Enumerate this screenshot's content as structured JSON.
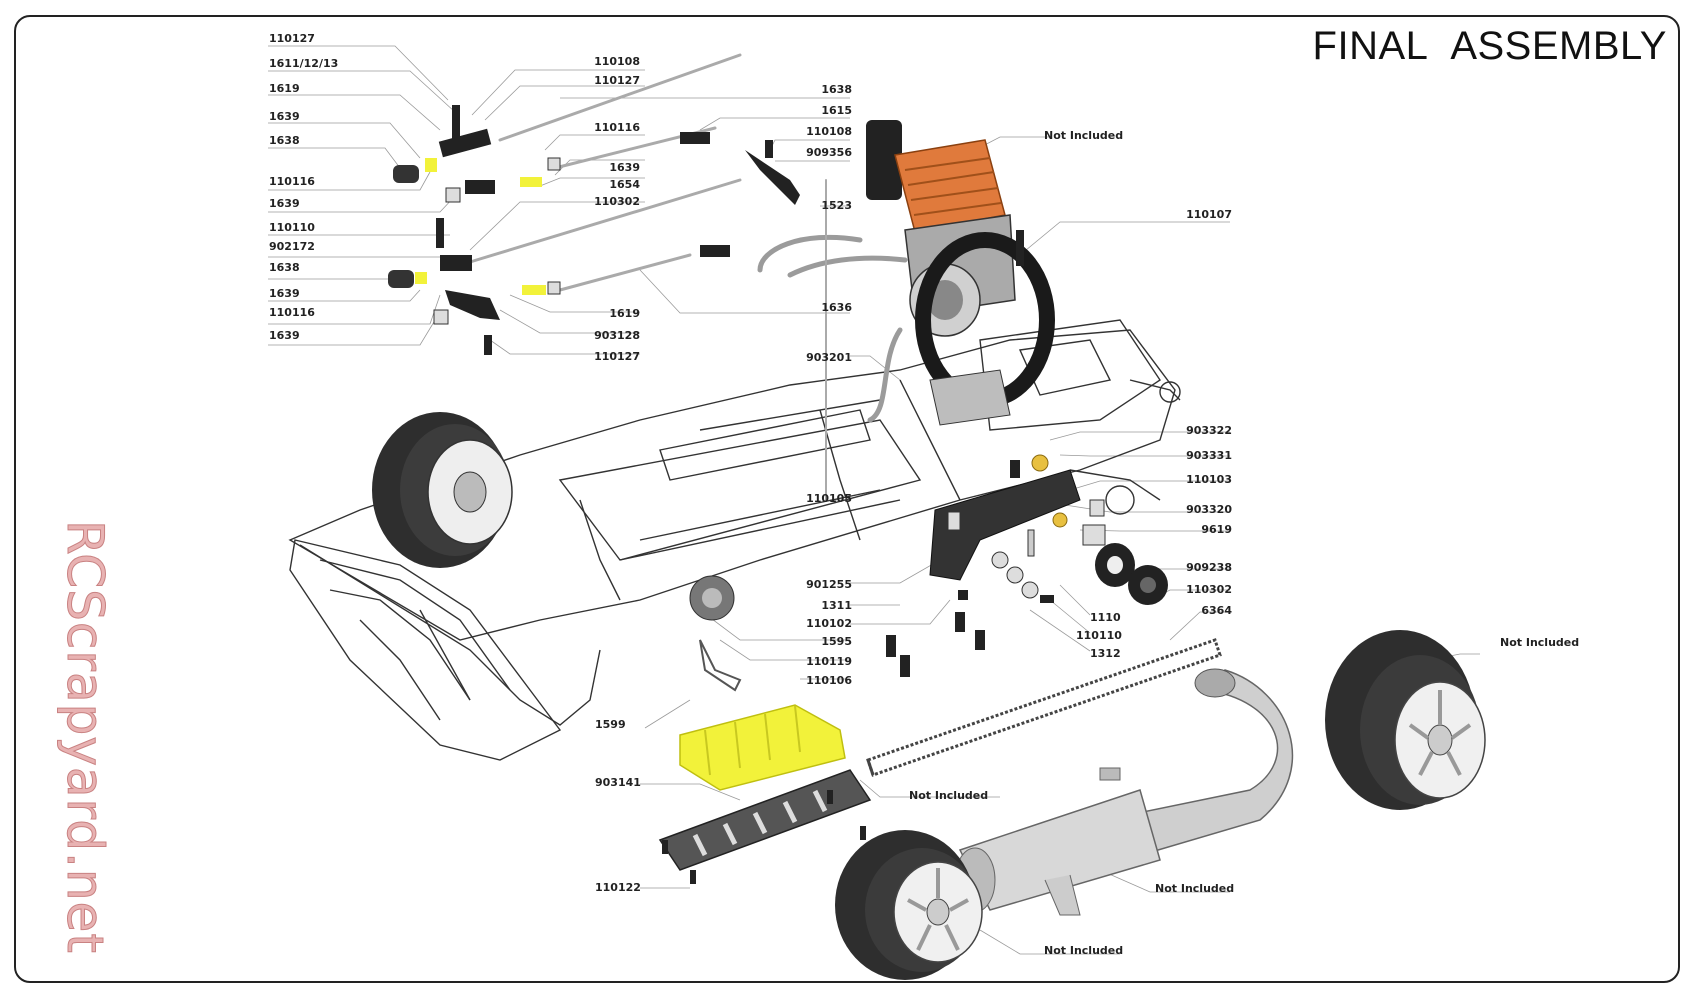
{
  "title": "FINAL   ASSEMBLY",
  "watermark": "RCScrapyard.net",
  "colors": {
    "engine_head": "#e07a3c",
    "foam_block": "#f2f23a",
    "line_art": "#333333",
    "watermark": "#e8b2b2"
  },
  "labels": {
    "l110127a": "110127",
    "l1611": "1611/12/13",
    "l1619a": "1619",
    "l1639a": "1639",
    "l1638a": "1638",
    "l110116a": "110116",
    "l1639b": "1639",
    "l110110a": "110110",
    "l902172": "902172",
    "l1638b": "1638",
    "l1639c": "1639",
    "l110116b": "110116",
    "l1639d": "1639",
    "l110108a": "110108",
    "l110127b": "110127",
    "l1638c": "1638",
    "l1615": "1615",
    "l110116c": "110116",
    "l110108b": "110108",
    "l909356": "909356",
    "l1639e": "1639",
    "l1654": "1654",
    "l110302a": "110302",
    "l1523": "1523",
    "l1636": "1636",
    "l1619b": "1619",
    "l903128": "903128",
    "l110127c": "110127",
    "l903201": "903201",
    "lNI1": "Not Included",
    "l110107": "110107",
    "l903322": "903322",
    "l903331": "903331",
    "l110103": "110103",
    "l903320": "903320",
    "l9619": "9619",
    "l909238": "909238",
    "l110302b": "110302",
    "l6364": "6364",
    "l110105": "110105",
    "l901255": "901255",
    "l1311": "1311",
    "l110102": "110102",
    "l1595": "1595",
    "l110119": "110119",
    "l110106": "110106",
    "l1110": "1110",
    "l110110b": "110110",
    "l1312": "1312",
    "l1599": "1599",
    "lNI2": "Not Included",
    "l903141": "903141",
    "lNI3": "Not Included",
    "l110122": "110122",
    "lNI4": "Not Included",
    "lNI5": "Not Included"
  }
}
